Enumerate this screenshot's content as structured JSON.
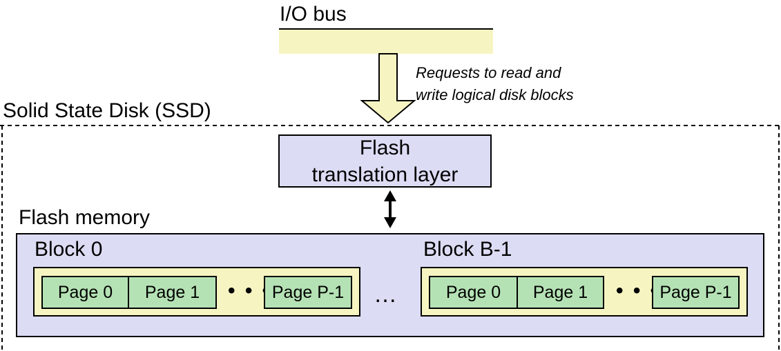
{
  "io_bus": {
    "label": "I/O bus"
  },
  "request_note": {
    "lines": [
      "Requests to read and",
      "write logical disk blocks"
    ]
  },
  "ssd": {
    "label": "Solid State Disk (SSD)"
  },
  "ftl": {
    "lines": [
      "Flash",
      "translation layer"
    ]
  },
  "flash_memory": {
    "label": "Flash memory",
    "between_blocks_ellipsis": "…",
    "blocks": [
      {
        "label": "Block 0",
        "pages": [
          "Page 0",
          "Page 1",
          "Page P-1"
        ],
        "ellipsis": "• • •"
      },
      {
        "label": "Block  B-1",
        "pages": [
          "Page 0",
          "Page 1",
          "Page P-1"
        ],
        "ellipsis": "• • •"
      }
    ]
  },
  "colors": {
    "bus_fill": "#f6f5c2",
    "ftl_fill": "#dcdcf4",
    "flash_fill": "#dcdcf4",
    "block_fill": "#f6f5c2",
    "page_fill": "#b5e2b5"
  }
}
